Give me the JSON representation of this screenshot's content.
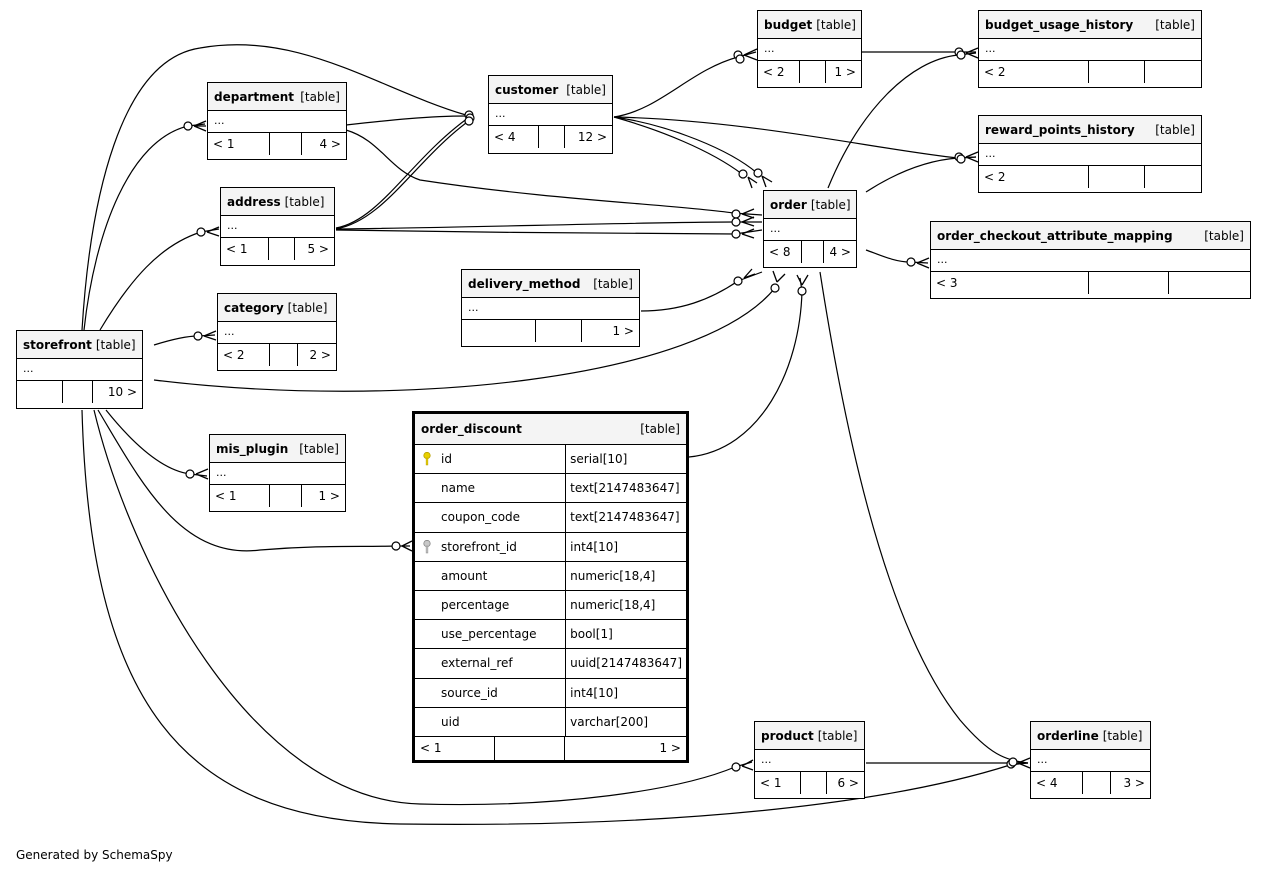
{
  "tables": {
    "budget": {
      "name": "budget",
      "type": "[table]",
      "ellipsis": "...",
      "parents": "< 2",
      "children": "1 >"
    },
    "budget_usage_history": {
      "name": "budget_usage_history",
      "type": "[table]",
      "ellipsis": "...",
      "parents": "< 2",
      "children": ""
    },
    "customer": {
      "name": "customer",
      "type": "[table]",
      "ellipsis": "...",
      "parents": "< 4",
      "children": "12 >"
    },
    "department": {
      "name": "department",
      "type": "[table]",
      "ellipsis": "...",
      "parents": "< 1",
      "children": "4 >"
    },
    "reward_points_history": {
      "name": "reward_points_history",
      "type": "[table]",
      "ellipsis": "...",
      "parents": "< 2",
      "children": ""
    },
    "address": {
      "name": "address",
      "type": "[table]",
      "ellipsis": "...",
      "parents": "< 1",
      "children": "5 >"
    },
    "order": {
      "name": "order",
      "type": "[table]",
      "ellipsis": "...",
      "parents": "< 8",
      "children": "4 >"
    },
    "order_checkout_attribute_mapping": {
      "name": "order_checkout_attribute_mapping",
      "type": "[table]",
      "ellipsis": "...",
      "parents": "< 3",
      "children": ""
    },
    "delivery_method": {
      "name": "delivery_method",
      "type": "[table]",
      "ellipsis": "...",
      "parents": "",
      "children": "1 >"
    },
    "category": {
      "name": "category",
      "type": "[table]",
      "ellipsis": "...",
      "parents": "< 2",
      "children": "2 >"
    },
    "storefront": {
      "name": "storefront",
      "type": "[table]",
      "ellipsis": "...",
      "parents": "",
      "children": "10 >"
    },
    "mis_plugin": {
      "name": "mis_plugin",
      "type": "[table]",
      "ellipsis": "...",
      "parents": "< 1",
      "children": "1 >"
    },
    "product": {
      "name": "product",
      "type": "[table]",
      "ellipsis": "...",
      "parents": "< 1",
      "children": "6 >"
    },
    "orderline": {
      "name": "orderline",
      "type": "[table]",
      "ellipsis": "...",
      "parents": "< 4",
      "children": "3 >"
    }
  },
  "order_discount": {
    "name": "order_discount",
    "type": "[table]",
    "columns": [
      {
        "name": "id",
        "type": "serial[10]",
        "key": "primary"
      },
      {
        "name": "name",
        "type": "text[2147483647]",
        "key": ""
      },
      {
        "name": "coupon_code",
        "type": "text[2147483647]",
        "key": ""
      },
      {
        "name": "storefront_id",
        "type": "int4[10]",
        "key": "foreign"
      },
      {
        "name": "amount",
        "type": "numeric[18,4]",
        "key": ""
      },
      {
        "name": "percentage",
        "type": "numeric[18,4]",
        "key": ""
      },
      {
        "name": "use_percentage",
        "type": "bool[1]",
        "key": ""
      },
      {
        "name": "external_ref",
        "type": "uuid[2147483647]",
        "key": ""
      },
      {
        "name": "source_id",
        "type": "int4[10]",
        "key": ""
      },
      {
        "name": "uid",
        "type": "varchar[200]",
        "key": ""
      }
    ],
    "parents": "< 1",
    "children": "1 >"
  },
  "footer": "Generated by SchemaSpy",
  "colors": {
    "line": "#000000",
    "header_bg": "#f4f4f4",
    "primary_key": "#e8d000",
    "foreign_key": "#999999"
  }
}
